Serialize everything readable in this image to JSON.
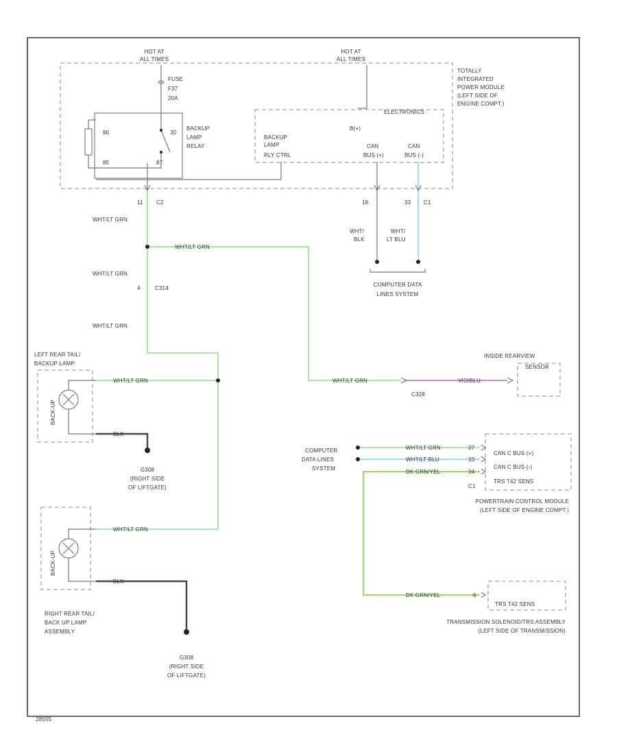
{
  "title": "",
  "labels": {
    "hot1": [
      "HOT AT",
      "ALL TIMES"
    ],
    "hot2": [
      "HOT AT",
      "ALL TIMES"
    ],
    "fuse": [
      "FUSE",
      "F37",
      "20A"
    ],
    "relay": [
      "BACKUP",
      "LAMP",
      "RELAY"
    ],
    "relay_pin_86": "86",
    "relay_pin_85": "85",
    "relay_pin_30": "30",
    "relay_pin_87": "87",
    "tipm": [
      "TOTALLY",
      "INTEGRATED",
      "POWER MODULE",
      "(LEFT SIDE OF",
      "ENGINE COMPT.)"
    ],
    "electronics": "ELECTRONICS",
    "bplus": "B(+)",
    "backup_out": [
      "BACKUP",
      "LAMP",
      "RLY CTRL"
    ],
    "can_pos": [
      "CAN",
      "BUS (+)"
    ],
    "can_neg": [
      "CAN",
      "BUS (-)"
    ],
    "c2": "C2",
    "c2_pin": "11",
    "c1": "C1",
    "c1_pin18": "18",
    "c1_pin33": "33",
    "wire_whtltgrn": "WHT/LT GRN",
    "wht_blk": [
      "WHT/",
      "BLK"
    ],
    "wht_ltblu": [
      "WHT/",
      "LT BLU"
    ],
    "cds1": [
      "COMPUTER DATA",
      "LINES SYSTEM"
    ],
    "c314": "C314",
    "c314_pin": "4",
    "left_lamp": [
      "LEFT REAR TAIL/",
      "BACKUP LAMP"
    ],
    "backup_bulb": "BACK-UP",
    "blk": "BLK",
    "ground1": [
      "G308",
      "(RIGHT SIDE",
      "OF LIFTGATE)"
    ],
    "right_lamp": [
      "RIGHT REAR TAIL/",
      "BACK UP LAMP",
      "ASSEMBLY"
    ],
    "ground2": [
      "G308",
      "(RIGHT SIDE",
      "OF LIFTGATE)"
    ],
    "mirror": [
      "INSIDE REARVIEW",
      "SENSOR"
    ],
    "mirror_conn": "C328",
    "violet": "VIO/BLU",
    "cds2": [
      "COMPUTER",
      "DATA LINES",
      "SYSTEM"
    ],
    "wht_ltblu2": "WHT/LT BLU",
    "dk_grnyel": "DK GRN/YEL",
    "pcm_pins": [
      "37",
      "33",
      "34"
    ],
    "pcm_c1": "C1",
    "pcm_funcs": [
      "CAN C BUS (+)",
      "CAN C BUS (-)",
      "TRS T42 SENS"
    ],
    "pcm": [
      "POWERTRAIN CONTROL MODULE",
      "(LEFT SIDE OF ENGINE COMPT.)"
    ],
    "trs_pin": "6",
    "trs_func": "TRS T42 SENS",
    "trs": [
      "TRANSMISSION SOLENOID/TRS ASSEMBLY",
      "(LEFT SIDE OF TRANSMISSION)"
    ],
    "footer_code": "28555"
  },
  "colors": {
    "wht_ltgrn": "#9ee59e",
    "wht_ltblu": "#8fd8ee",
    "dk_grnyel": "#8fd64a",
    "vio_blu": "#c867c8",
    "blk": "#444444"
  }
}
